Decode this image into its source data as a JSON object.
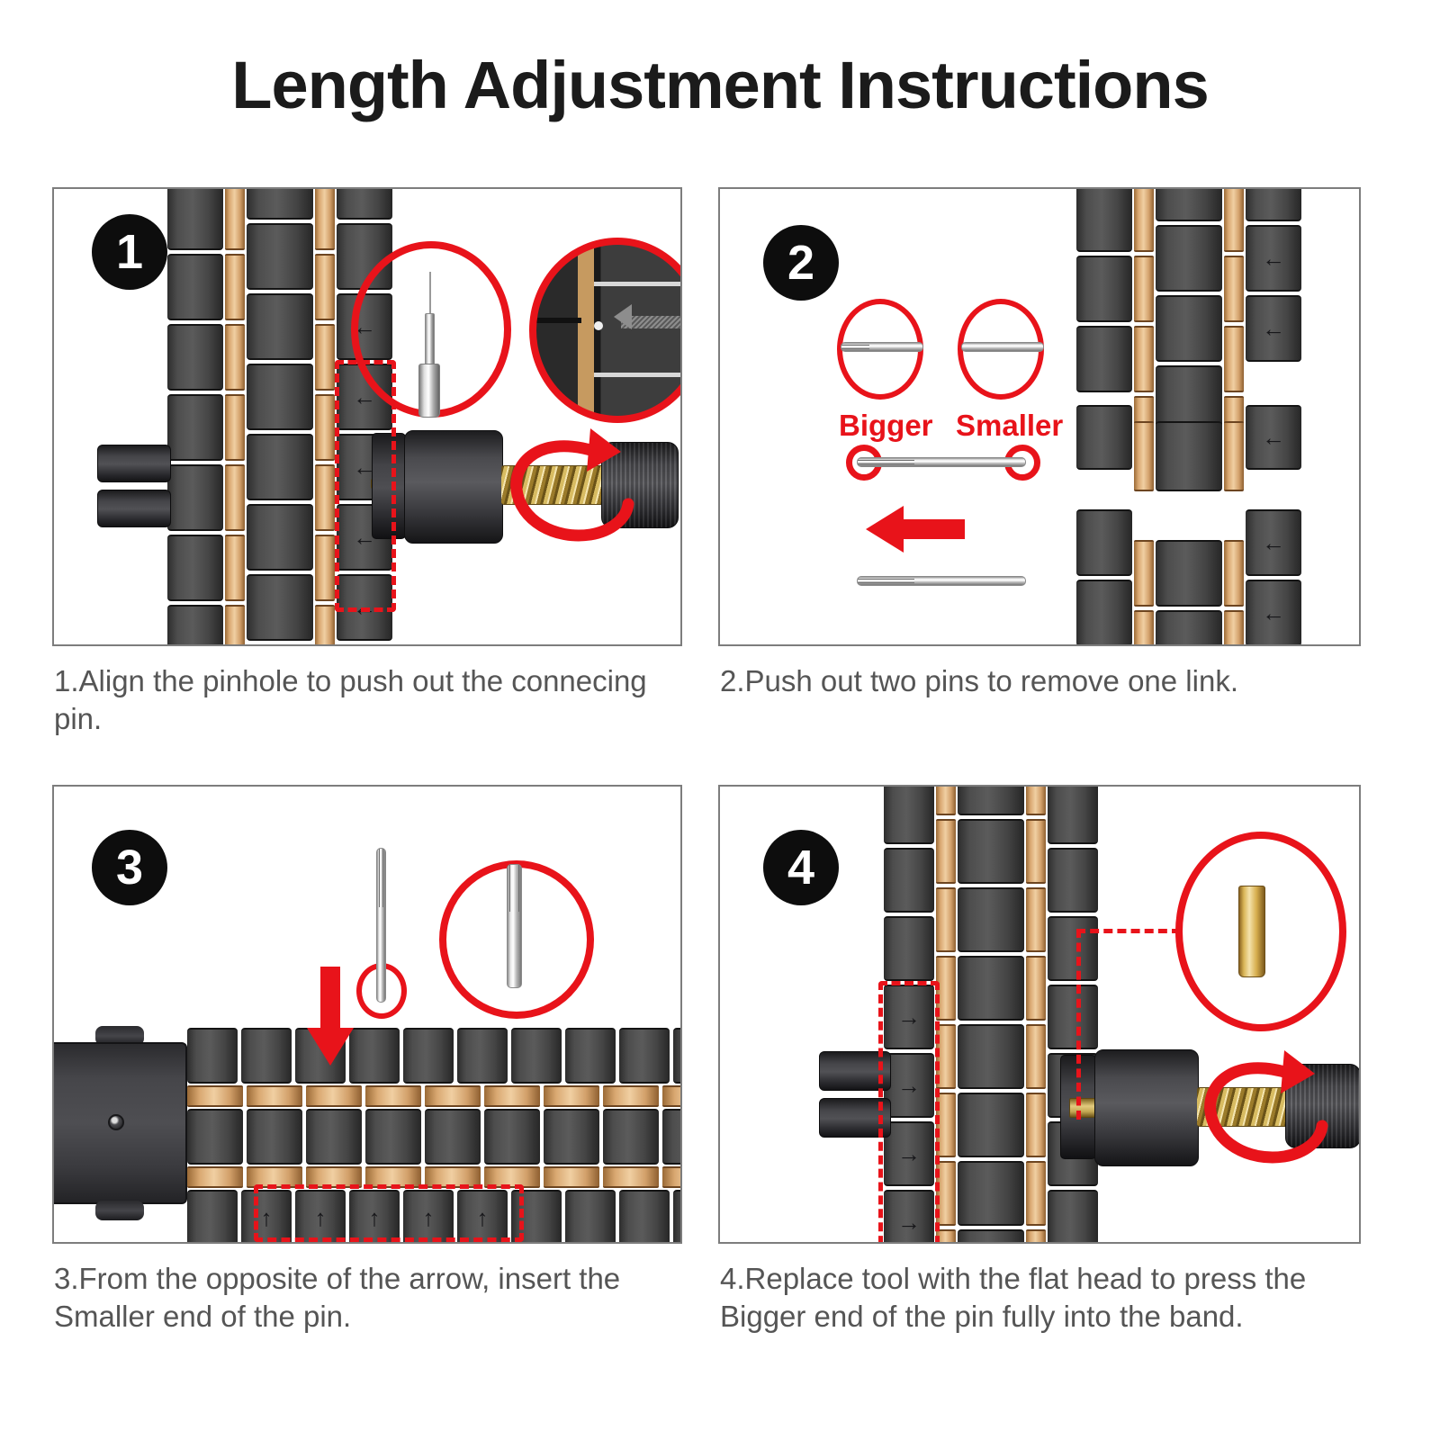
{
  "page": {
    "title": "Length Adjustment Instructions",
    "background": "#ffffff",
    "accent_red": "#e8131a",
    "band_gold": "#d9a871",
    "band_dark": "#4d4d4d",
    "caption_color": "#555555"
  },
  "steps": [
    {
      "number": "1",
      "caption": "1.Align the pinhole to push out the connecing pin.",
      "callouts": [
        {
          "name": "tool-pin-tip-closeup",
          "shape": "oval"
        },
        {
          "name": "link-pinhole-closeup",
          "shape": "oval"
        }
      ],
      "annotations": {
        "dashed_selection": "link-column-arrows",
        "rotation_arrow": "turn-knob-clockwise",
        "link_arrow_glyph": "←"
      }
    },
    {
      "number": "2",
      "caption": "2.Push out two pins to remove one link.",
      "labels": {
        "bigger": "Bigger",
        "smaller": "Smaller"
      },
      "annotations": {
        "push_direction_arrow": "left",
        "pin_count": "2",
        "link_arrow_glyph": "←"
      }
    },
    {
      "number": "3",
      "caption": "3.From the opposite of the arrow, insert the Smaller end of the pin.",
      "callouts": [
        {
          "name": "pin-smaller-end-closeup",
          "shape": "circle"
        },
        {
          "name": "pin-smaller-end-magnified",
          "shape": "oval"
        }
      ],
      "annotations": {
        "insert_direction_arrow": "down",
        "dashed_selection": "link-row-arrows",
        "link_arrow_glyph": "↑"
      }
    },
    {
      "number": "4",
      "caption": "4.Replace tool with the flat head to press the Bigger end of the pin fully into the band.",
      "callouts": [
        {
          "name": "flat-head-tip-closeup",
          "shape": "oval"
        }
      ],
      "annotations": {
        "dashed_selection": "link-column-arrows",
        "rotation_arrow": "turn-knob-clockwise",
        "link_arrow_glyph": "→"
      }
    }
  ]
}
